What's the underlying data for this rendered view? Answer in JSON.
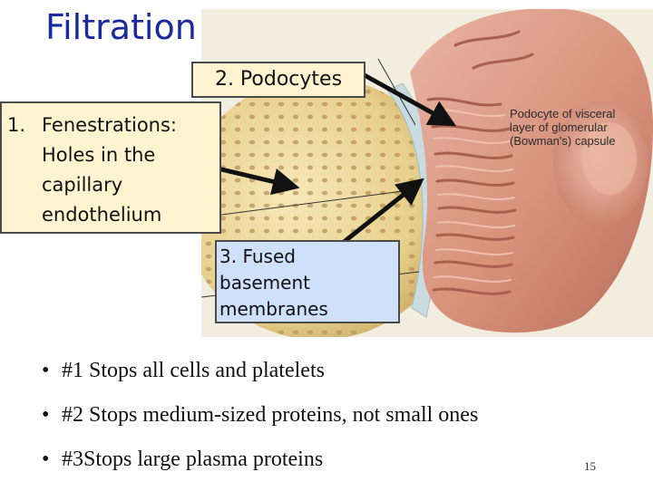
{
  "title": "Filtration Membrane",
  "callouts": {
    "podocytes": "2. Podocytes",
    "fenestrations": {
      "number": "1.",
      "lines": [
        "Fenestrations:",
        "Holes in the",
        "capillary",
        "endothelium"
      ]
    },
    "basement": [
      "3.  Fused",
      "basement",
      "membranes"
    ]
  },
  "illustration": {
    "label_lines": [
      "Podocyte of visceral",
      "layer of glomerular",
      "(Bowman's) capsule"
    ]
  },
  "bullets": [
    "#1 Stops all cells and platelets",
    "#2 Stops medium-sized proteins, not small ones",
    "#3Stops large plasma proteins"
  ],
  "slide_number": "15",
  "colors": {
    "title": "#1a2a9c",
    "callout_yellow": "#fff4cf",
    "callout_blue": "#cfe0fb",
    "tissue": "#d79a86",
    "capillary": "#e8d49a"
  }
}
